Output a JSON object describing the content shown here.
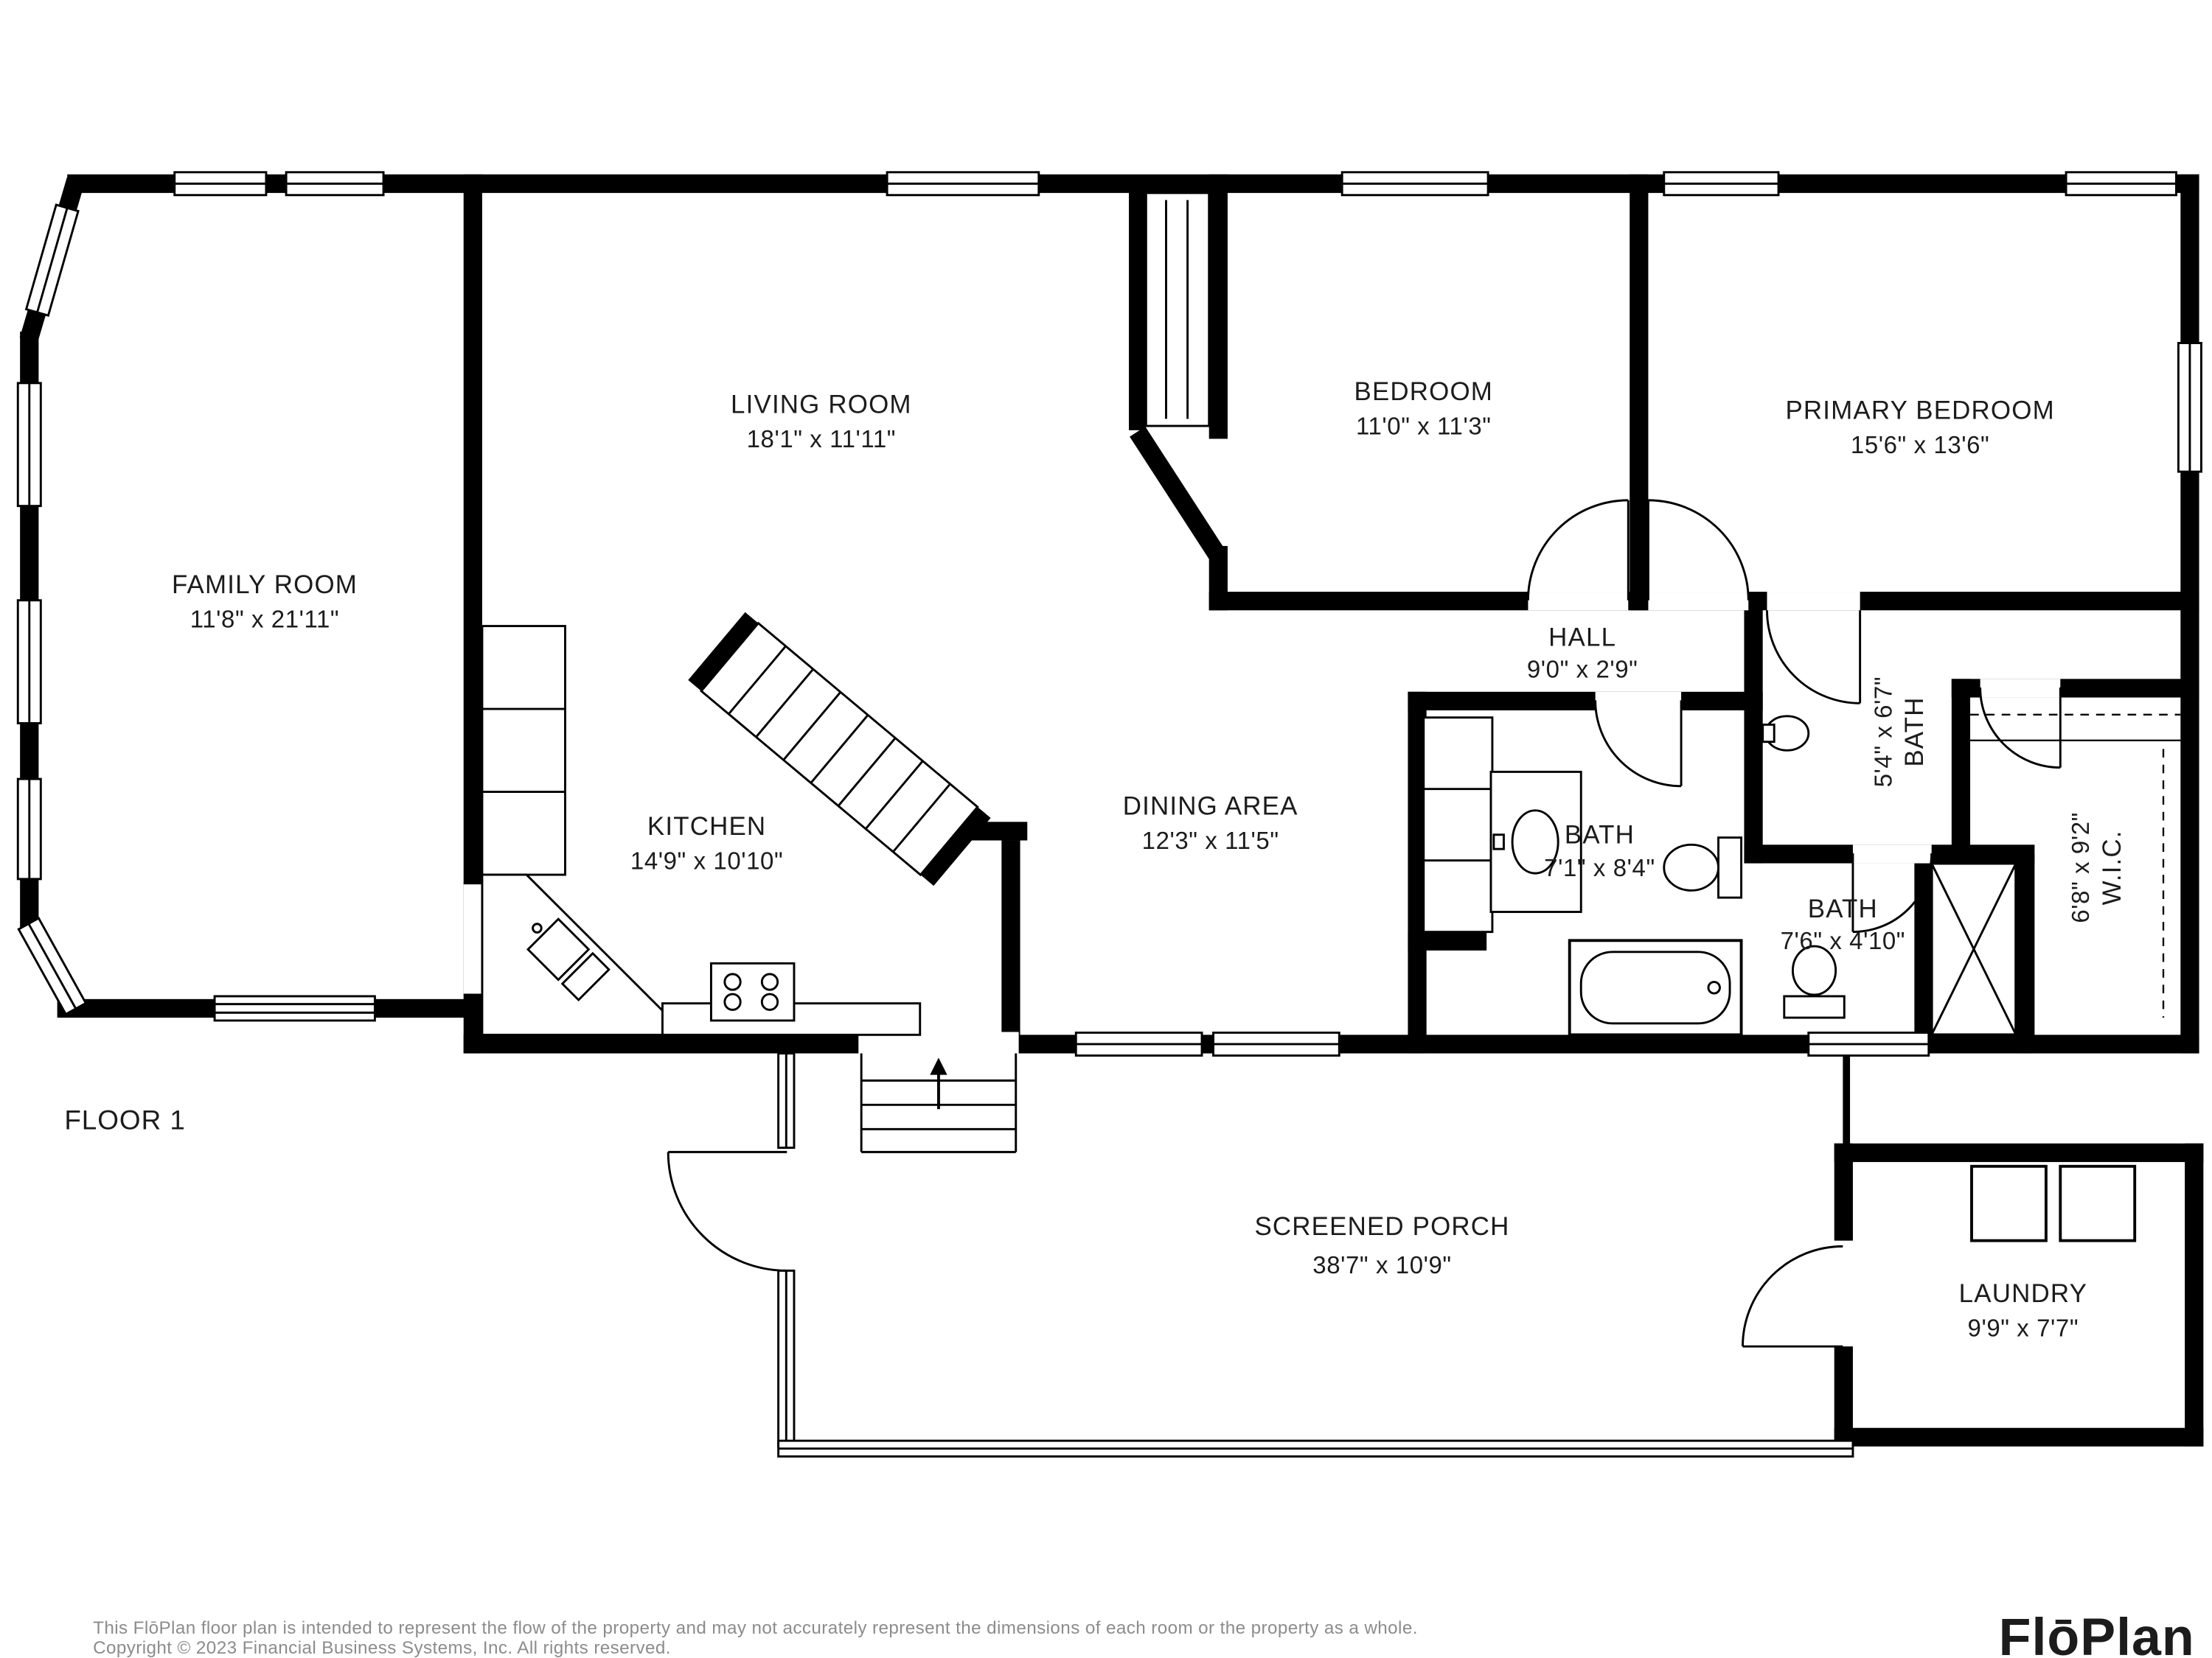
{
  "floor_label": "FLOOR 1",
  "rooms": {
    "family_room": {
      "name": "FAMILY ROOM",
      "dims": "11'8\" x 21'11\""
    },
    "living_room": {
      "name": "LIVING ROOM",
      "dims": "18'1\" x 11'11\""
    },
    "bedroom": {
      "name": "BEDROOM",
      "dims": "11'0\" x 11'3\""
    },
    "primary_bedroom": {
      "name": "PRIMARY BEDROOM",
      "dims": "15'6\" x 13'6\""
    },
    "hall": {
      "name": "HALL",
      "dims": "9'0\" x 2'9\""
    },
    "kitchen": {
      "name": "KITCHEN",
      "dims": "14'9\" x 10'10\""
    },
    "dining_area": {
      "name": "DINING AREA",
      "dims": "12'3\" x 11'5\""
    },
    "bath_main": {
      "name": "BATH",
      "dims": "7'1\" x 8'4\""
    },
    "bath_primary": {
      "name": "BATH",
      "dims": "5'4\" x 6'7\""
    },
    "bath_shower": {
      "name": "BATH",
      "dims": "7'6\" x 4'10\""
    },
    "wic": {
      "name": "W.I.C.",
      "dims": "6'8\" x 9'2\""
    },
    "screened_porch": {
      "name": "SCREENED PORCH",
      "dims": "38'7\" x 10'9\""
    },
    "laundry": {
      "name": "LAUNDRY",
      "dims": "9'9\" x 7'7\""
    }
  },
  "footer": {
    "disclaimer": "This FlōPlan floor plan is intended to represent the flow of the property and may not accurately represent the dimensions of each room or the property as a whole.",
    "copyright": "Copyright © 2023 Financial Business Systems, Inc. All rights reserved."
  },
  "logo": {
    "text": "FlōPlan",
    "color": "#5751AD"
  }
}
